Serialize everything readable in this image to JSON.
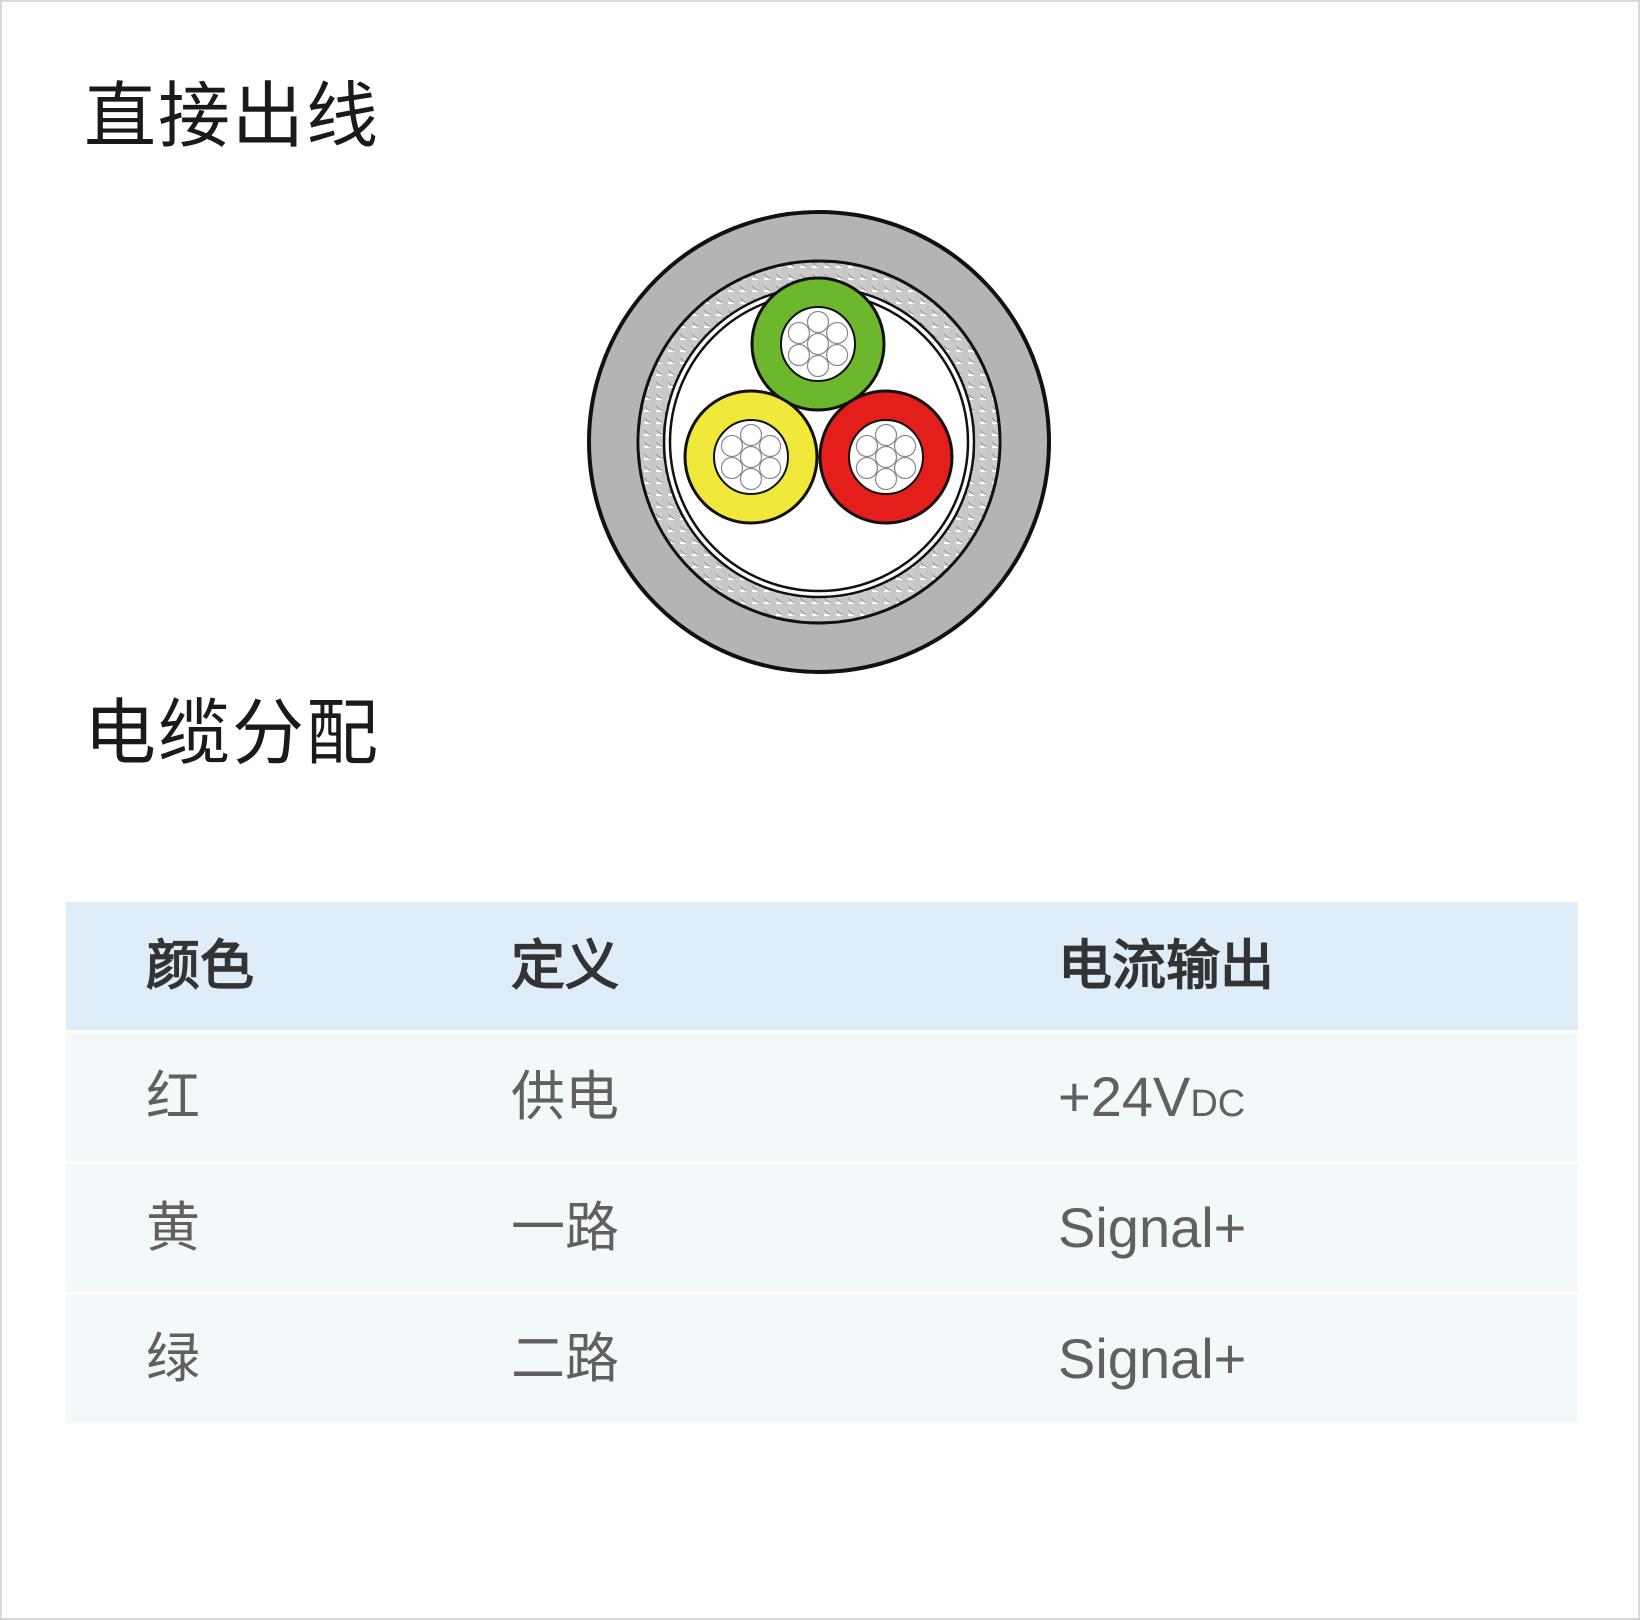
{
  "titles": {
    "wiring": "直接出线",
    "assignment": "电缆分配"
  },
  "cable": {
    "colors": {
      "jacket": "#b4b4b4",
      "outline": "#111111",
      "green": "#6cb72c",
      "yellow": "#f0e83a",
      "red": "#e31e1b",
      "conductor": "#ffffff"
    }
  },
  "table": {
    "headers": [
      "颜色",
      "定义",
      "电流输出"
    ],
    "rows": [
      {
        "color": "红",
        "definition": "供电",
        "output_main": "+24V",
        "output_sub": "DC"
      },
      {
        "color": "黄",
        "definition": "一路",
        "output_main": "Signal+",
        "output_sub": ""
      },
      {
        "color": "绿",
        "definition": "二路",
        "output_main": "Signal+",
        "output_sub": ""
      }
    ]
  }
}
